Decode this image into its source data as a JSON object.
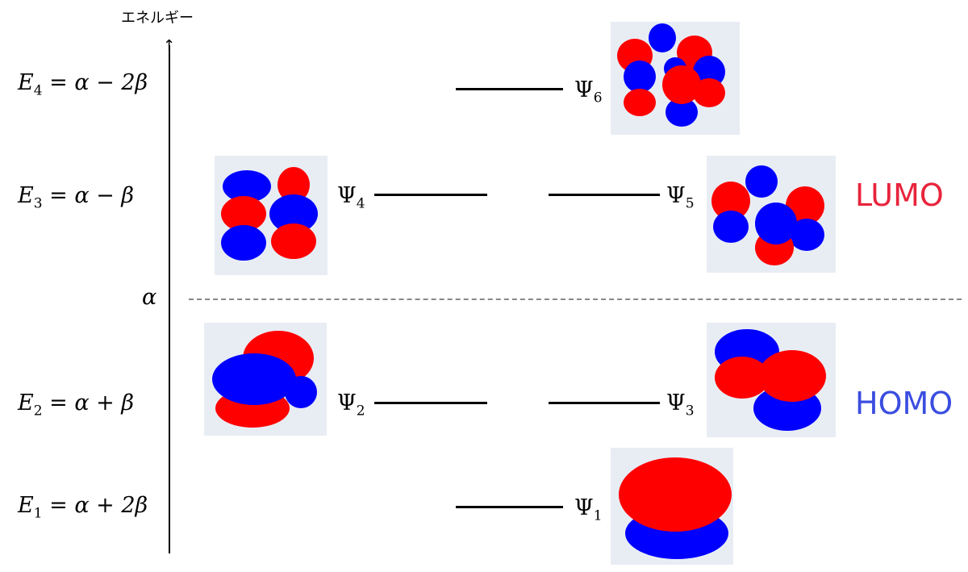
{
  "axis": {
    "title": "エネルギー",
    "arrow": "↑"
  },
  "energy_levels": {
    "e4": {
      "symbol": "E",
      "index": "4",
      "expr": " = α − 2β"
    },
    "e3": {
      "symbol": "E",
      "index": "3",
      "expr": " = α − β"
    },
    "e2": {
      "symbol": "E",
      "index": "2",
      "expr": " = α + β"
    },
    "e1": {
      "symbol": "E",
      "index": "1",
      "expr": " = α + 2β"
    },
    "alpha": "α"
  },
  "orbitals": {
    "psi1": {
      "symbol": "Ψ",
      "index": "1"
    },
    "psi2": {
      "symbol": "Ψ",
      "index": "2"
    },
    "psi3": {
      "symbol": "Ψ",
      "index": "3"
    },
    "psi4": {
      "symbol": "Ψ",
      "index": "4"
    },
    "psi5": {
      "symbol": "Ψ",
      "index": "5"
    },
    "psi6": {
      "symbol": "Ψ",
      "index": "6"
    }
  },
  "tags": {
    "lumo": "LUMO",
    "homo": "HOMO"
  },
  "colors": {
    "phase_positive": "#ff0000",
    "phase_negative": "#0000ff",
    "lumo": "#e8243c",
    "homo": "#3a4de0",
    "dashed_line": "#888888",
    "orbital_background": "#e8edf4"
  }
}
